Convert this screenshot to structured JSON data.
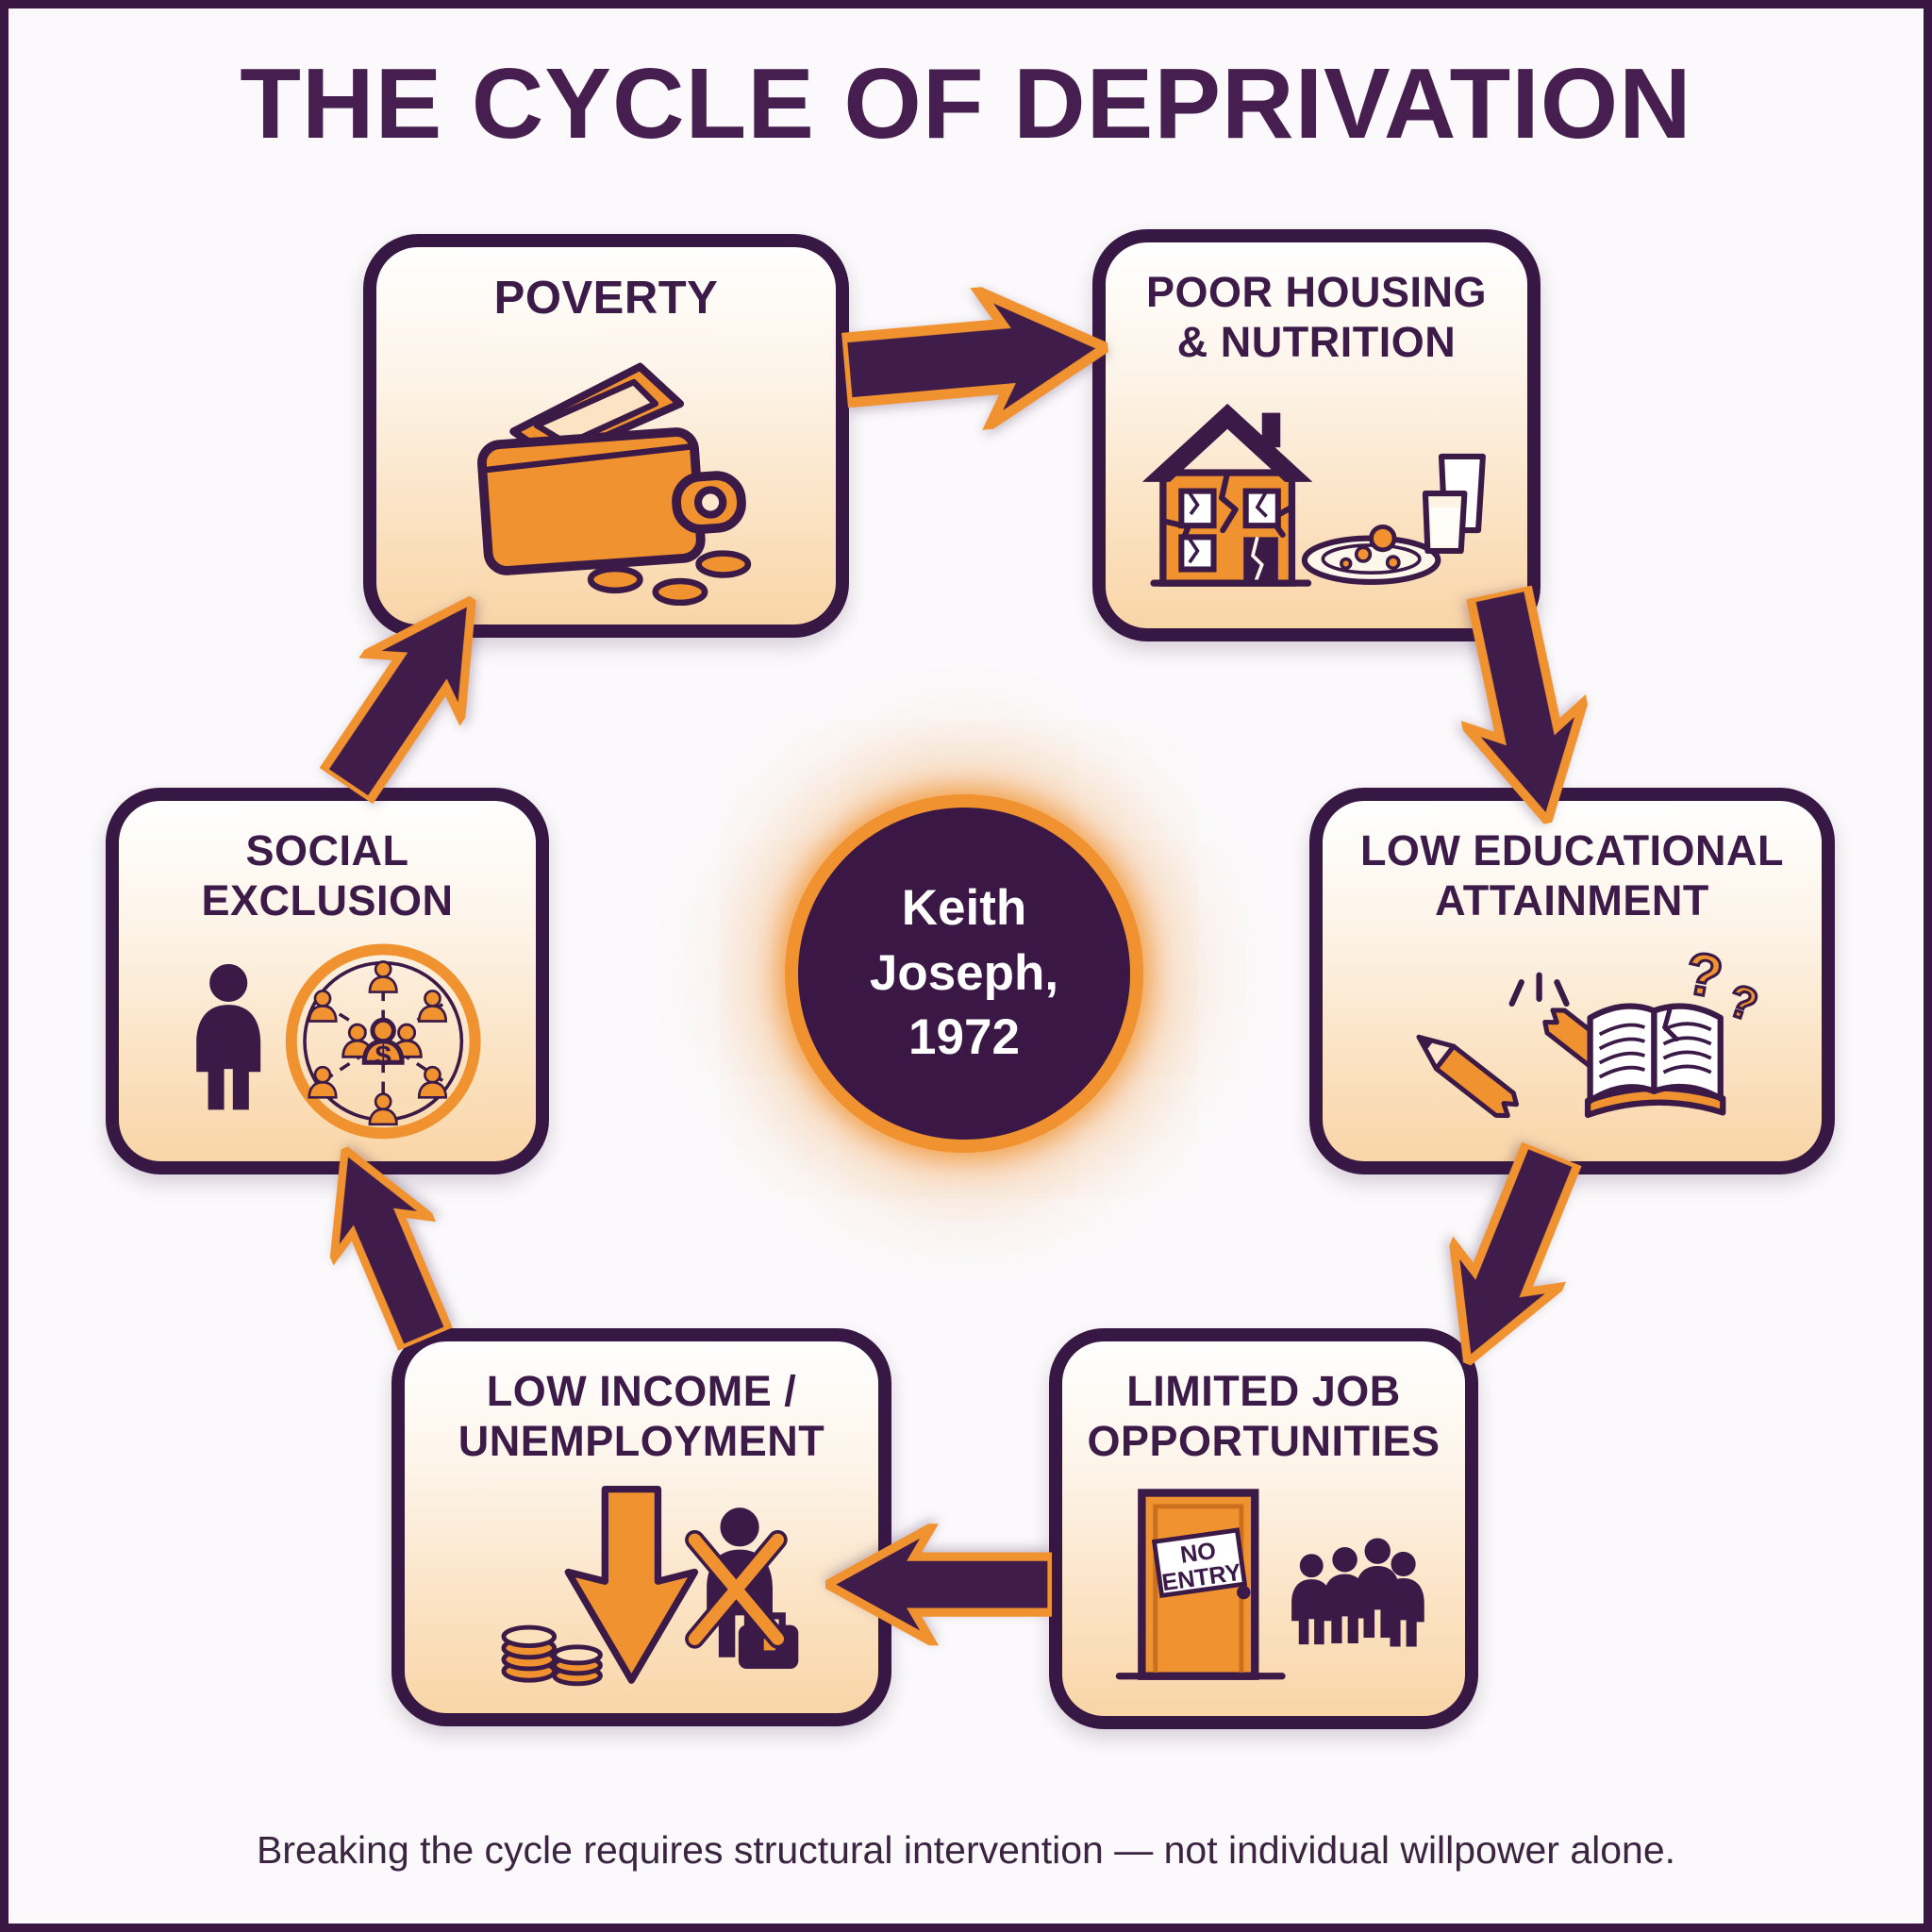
{
  "title": "THE CYCLE OF DEPRIVATION",
  "footer": "Breaking the cycle requires structural intervention — not individual willpower alone.",
  "center_badge": {
    "text": "Keith\nJoseph,\n1972"
  },
  "nodes": [
    {
      "id": "poverty",
      "label": "POVERTY",
      "icon": "wallet-coins-icon"
    },
    {
      "id": "poor-housing-nutrition",
      "label": "POOR HOUSING\n& NUTRITION",
      "icon": "cracked-house-meal-icon"
    },
    {
      "id": "low-educational-attainment",
      "label": "LOW EDUCATIONAL\nATTAINMENT",
      "icon": "broken-pencil-book-icon",
      "question_mark": "?"
    },
    {
      "id": "limited-job-opportunities",
      "label": "LIMITED JOB\nOPPORTUNITIES",
      "icon": "no-entry-door-crowd-icon",
      "sign_line1": "NO",
      "sign_line2": "ENTRY"
    },
    {
      "id": "low-income-unemployment",
      "label": "LOW INCOME /\nUNEMPLOYMENT",
      "icon": "down-arrow-jobless-icon"
    },
    {
      "id": "social-exclusion",
      "label": "SOCIAL EXCLUSION",
      "icon": "excluded-person-network-icon",
      "money_symbol": "$"
    }
  ],
  "edges": [
    "poverty → poor-housing-nutrition",
    "poor-housing-nutrition → low-educational-attainment",
    "low-educational-attainment → limited-job-opportunities",
    "limited-job-opportunities → low-income-unemployment",
    "low-income-unemployment → social-exclusion",
    "social-exclusion → poverty"
  ],
  "colors": {
    "purple_dark": "#3b1a47",
    "purple_title": "#471e50",
    "orange": "#f0922f",
    "box_fill_top": "#ffffff",
    "box_fill_bottom": "#f9d5a7",
    "badge_fill": "#3a1745",
    "badge_ring": "#f0922f",
    "badge_text": "#ffffff",
    "frame_border": "#3a1644",
    "background": "#fbf9fb"
  }
}
